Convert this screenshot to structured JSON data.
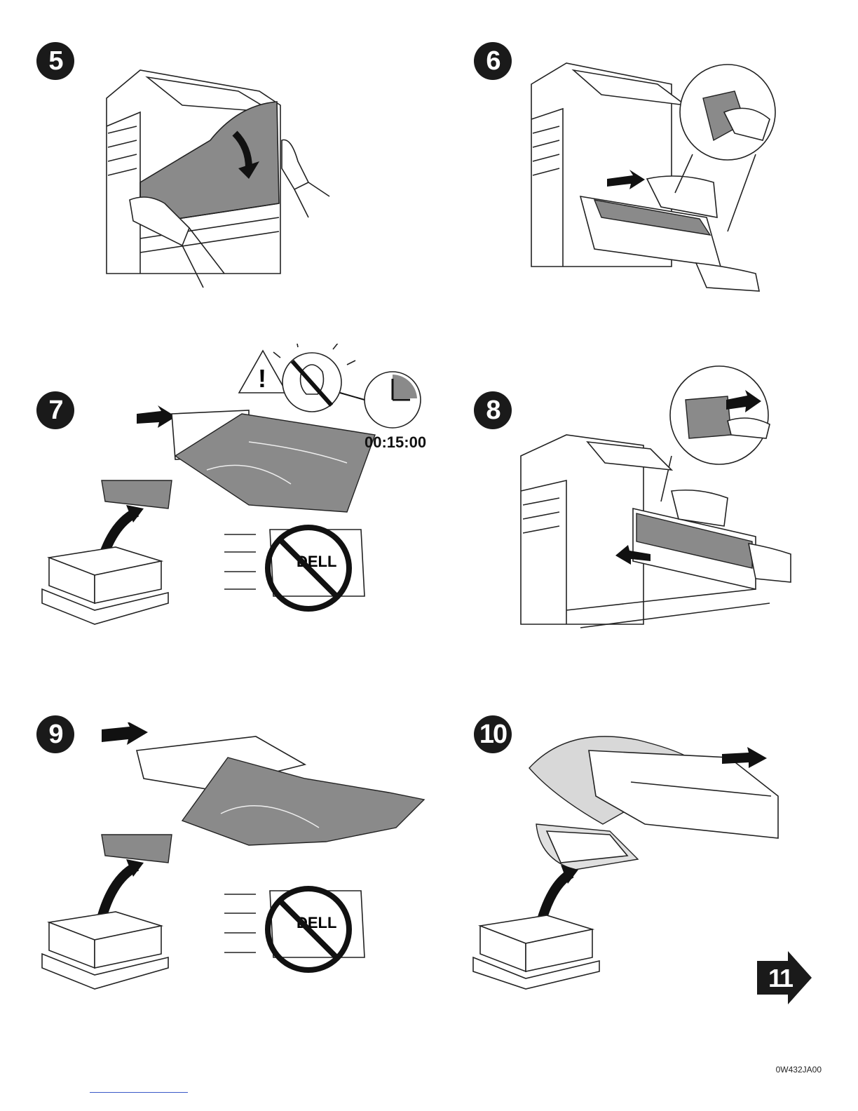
{
  "steps": [
    {
      "number": "5"
    },
    {
      "number": "6"
    },
    {
      "number": "7"
    },
    {
      "number": "8"
    },
    {
      "number": "9"
    },
    {
      "number": "10"
    }
  ],
  "step7": {
    "timer": "00:15:00"
  },
  "brand_text": "DELL",
  "next_step": "11",
  "doc_code": "0W432JA00",
  "colors": {
    "ink": "#1a1a1a",
    "shade": "#8a8a8a",
    "paper": "#ffffff"
  }
}
